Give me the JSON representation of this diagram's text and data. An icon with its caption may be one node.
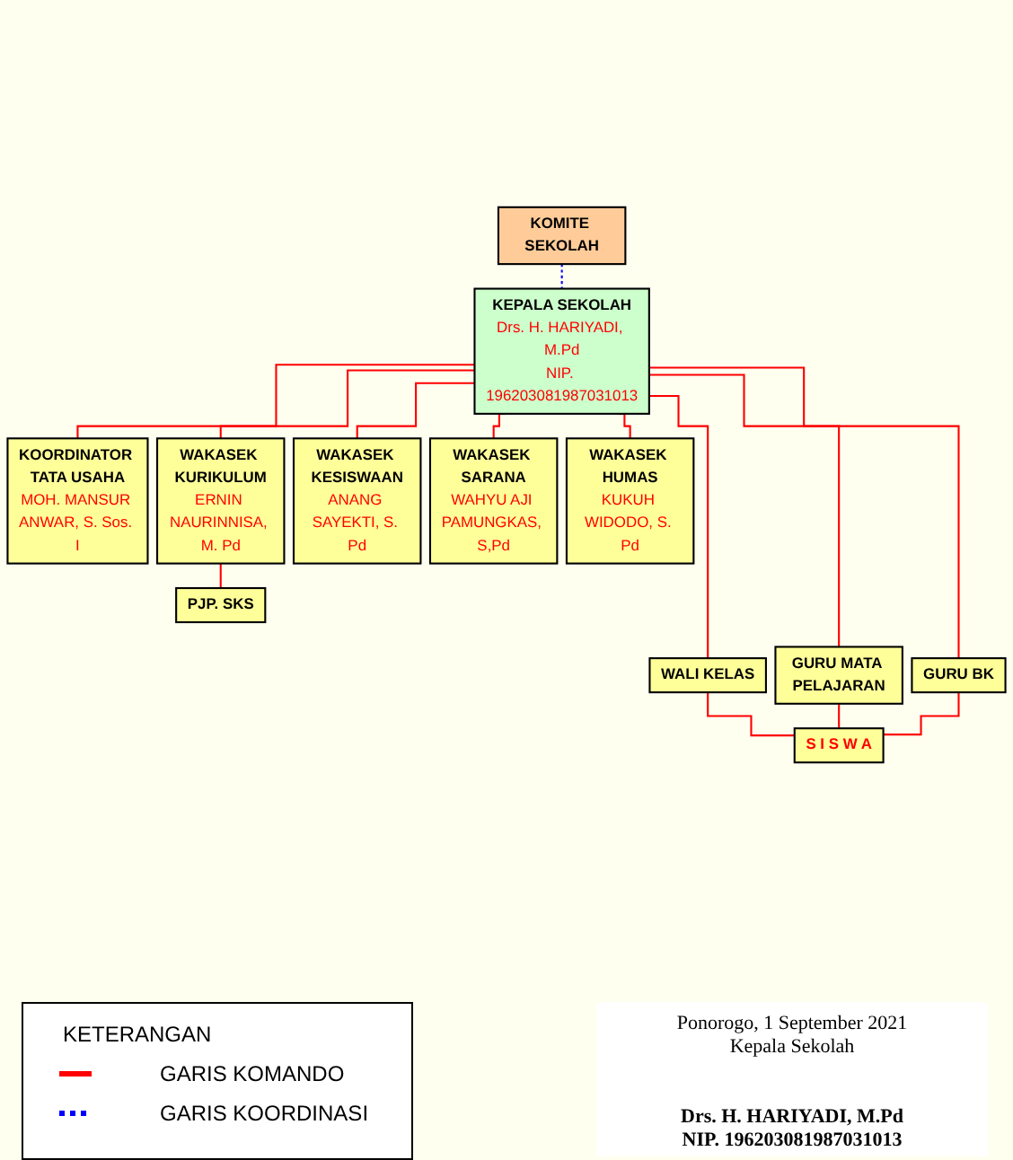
{
  "diagram": {
    "nodes": [
      {
        "text": [
          "KEPALA SEKOLAH",
          "Drs. H. HARIYADI, M.Pd",
          "NIP. 196203081987031013"
        ]
      },
      {
        "text": [
          "KOMITE SEKOLAH"
        ]
      },
      {
        "text": [
          "KOORDINATOR TATA USAHA",
          "MOH. MANSUR ANWAR, S. Sos. I"
        ]
      },
      {
        "text": [
          "WAKASEK KURIKULUM",
          "ERNIN NAURINNISA, M. Pd"
        ]
      },
      {
        "text": [
          "WAKASEK KESISWAAN",
          "ANANG SAYEKTI, S. Pd"
        ]
      },
      {
        "text": [
          "WAKASEK SARANA",
          "WAHYU AJI PAMUNGKAS, S,Pd"
        ]
      },
      {
        "text": [
          "WAKASEK HUMAS",
          "KUKUH WIDODO, S. Pd"
        ]
      },
      {
        "text": [
          "PJP. SKS"
        ]
      },
      {
        "text": [
          "WALI KELAS"
        ]
      },
      {
        "text": [
          "GURU MATA PELAJARAN"
        ]
      },
      {
        "text": [
          "GURU BK"
        ]
      },
      {
        "text": [
          "S I S W A"
        ]
      }
    ],
    "edges": [
      {
        "from": 1,
        "to": 0,
        "arrow": "none",
        "style": "dashed",
        "color": "#0000ff"
      },
      {
        "from": 0,
        "to": 2,
        "arrow": "none"
      },
      {
        "from": 0,
        "to": 3,
        "arrow": "none"
      },
      {
        "from": 0,
        "to": 4,
        "arrow": "none"
      },
      {
        "from": 0,
        "to": 5,
        "arrow": "none"
      },
      {
        "from": 0,
        "to": 6,
        "arrow": "none"
      },
      {
        "from": 3,
        "to": 7,
        "arrow": "none"
      },
      {
        "from": 0,
        "to": 8,
        "arrow": "none"
      },
      {
        "from": 0,
        "to": 9,
        "arrow": "none"
      },
      {
        "from": 0,
        "to": 10,
        "arrow": "none"
      },
      {
        "from": 8,
        "to": 11,
        "arrow": "none"
      },
      {
        "from": 9,
        "to": 11,
        "arrow": "none"
      },
      {
        "from": 10,
        "to": 11,
        "arrow": "none"
      }
    ],
    "labels": [
      "KETERANGAN",
      "Ponorogo, 1 September 2021",
      "Kepala Sekolah",
      "Drs. H. HARIYADI, M.Pd",
      "NIP. 196203081987031013"
    ],
    "legend": [
      {
        "text": "GARIS KOMANDO"
      },
      {
        "text": "GARIS KOORDINASI"
      }
    ]
  }
}
